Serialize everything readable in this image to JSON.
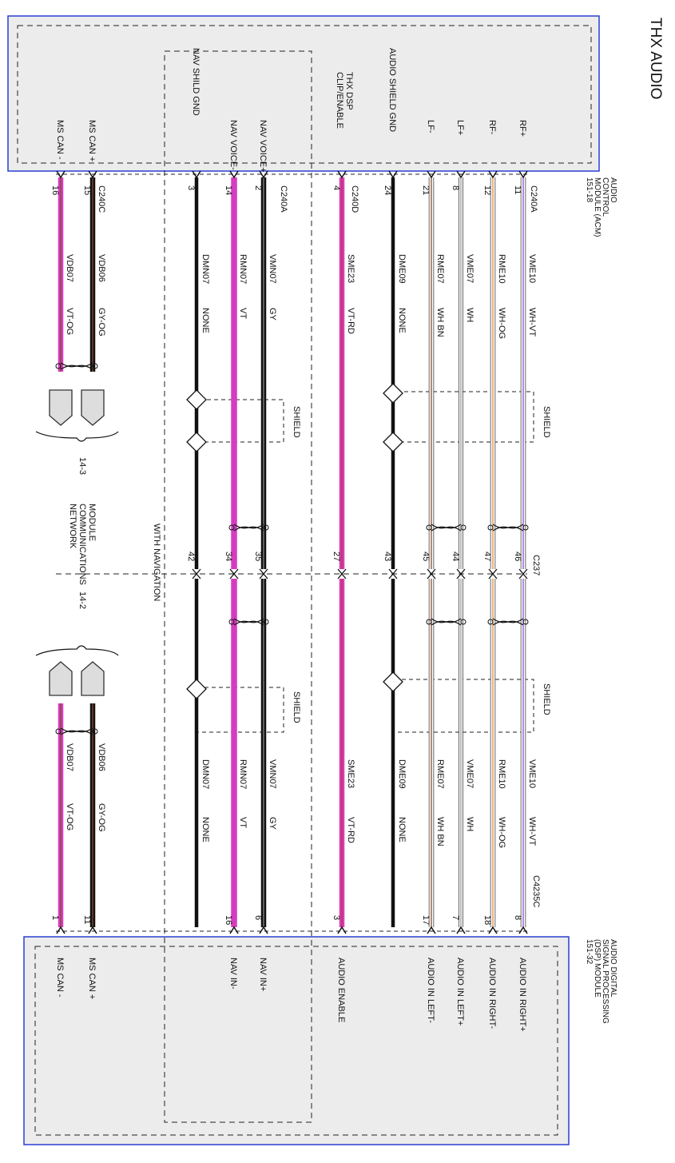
{
  "title": "THX AUDIO",
  "acm": {
    "name": [
      "AUDIO",
      "CONTROL",
      "MODULE (ACM)",
      "151-18"
    ],
    "pins": [
      "RF+",
      "RF-",
      "LF+",
      "LF-",
      "AUDIO SHIELD GND",
      "THX DSP CLIP/ENABLE",
      "NAV VOICE+",
      "NAV VOICE-",
      "NAV SHILD GND",
      "MS CAN +",
      "MS CAN -"
    ]
  },
  "dsp": {
    "name": [
      "AUDIO DIGITAL",
      "SIGNAL PROCESSING",
      "(DSP) MODULE",
      "151-32"
    ],
    "pins": [
      "AUDIO IN RIGHT+",
      "AUDIO IN RIGHT-",
      "AUDIO IN LEFT+",
      "AUDIO IN LEFT-",
      "AUDIO ENABLE",
      "NAV IN+",
      "NAV IN-",
      "MS CAN +",
      "MS CAN -"
    ]
  },
  "connectors": {
    "acm_audio": "C240A",
    "acm_enable": "C240D",
    "acm_nav": "C240A",
    "acm_can": "C240C",
    "inline": "C237",
    "dsp": "C4235C"
  },
  "wires": [
    {
      "circuit": "VME10",
      "color": "WH-VT",
      "acm_pin": "11",
      "inline_pin": "46",
      "dsp_pin": "8"
    },
    {
      "circuit": "RME10",
      "color": "WH-OG",
      "acm_pin": "12",
      "inline_pin": "47",
      "dsp_pin": "18"
    },
    {
      "circuit": "VME07",
      "color": "WH",
      "acm_pin": "8",
      "inline_pin": "44",
      "dsp_pin": "7"
    },
    {
      "circuit": "RME07",
      "color": "WH BN",
      "acm_pin": "21",
      "inline_pin": "45",
      "dsp_pin": "17"
    },
    {
      "circuit": "DME09",
      "color": "NONE",
      "acm_pin": "24",
      "inline_pin": "43",
      "dsp_pin": ""
    },
    {
      "circuit": "SME23",
      "color": "VT-RD",
      "acm_pin": "4",
      "inline_pin": "27",
      "dsp_pin": "3"
    },
    {
      "circuit": "VMN07",
      "color": "GY",
      "acm_pin": "2",
      "inline_pin": "35",
      "dsp_pin": "6"
    },
    {
      "circuit": "RMN07",
      "color": "VT",
      "acm_pin": "14",
      "inline_pin": "34",
      "dsp_pin": "16"
    },
    {
      "circuit": "DMN07",
      "color": "NONE",
      "acm_pin": "3",
      "inline_pin": "42",
      "dsp_pin": ""
    },
    {
      "circuit": "VDB06",
      "color": "GY-OG",
      "acm_pin": "15",
      "inline_pin": "",
      "dsp_pin": "11"
    },
    {
      "circuit": "VDB07",
      "color": "VT-OG",
      "acm_pin": "16",
      "inline_pin": "",
      "dsp_pin": "1"
    }
  ],
  "shield_label": "SHIELD",
  "with_navigation": "WITH NAVIGATION",
  "network": {
    "label": [
      "MODULE",
      "COMMUNICATIONS",
      "NETWORK"
    ],
    "ref_top": "14-3",
    "ref_bottom": "14-2"
  },
  "colors": {
    "box": "#2a3fd1",
    "fill": "#ececec",
    "magenta": "#d63cbf",
    "black": "#111111",
    "brown": "#8a4b2a",
    "violet": "#8c4fd0",
    "orange": "#e08a3a"
  }
}
